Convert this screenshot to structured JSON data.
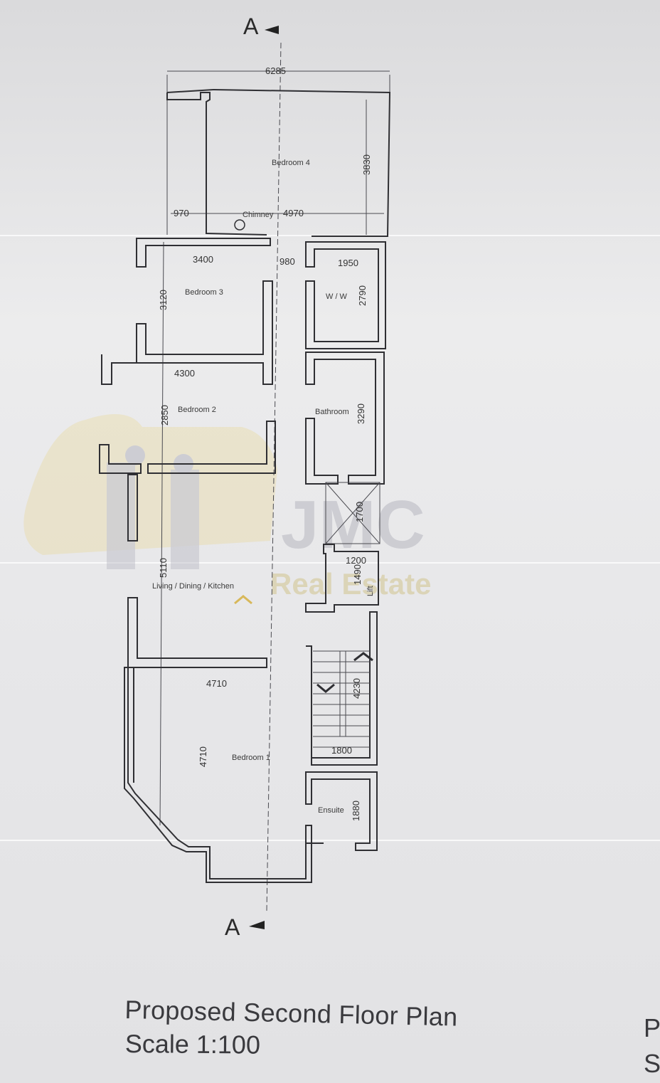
{
  "title": "Proposed Second Floor Plan",
  "scale": "Scale 1:100",
  "section_marker": "A",
  "edge_letters": [
    "P",
    "S"
  ],
  "watermark": {
    "line1": "JMC",
    "line2": "Real Estate"
  },
  "rooms": {
    "bedroom4": "Bedroom 4",
    "chimney": "Chimney",
    "bedroom3": "Bedroom 3",
    "ww": "W / W",
    "bedroom2": "Bedroom 2",
    "bathroom": "Bathroom",
    "lift": "Lift",
    "living": "Living / Dining / Kitchen",
    "bedroom1": "Bedroom 1",
    "ensuite": "Ensuite"
  },
  "dimensions": {
    "overall_width": "6285",
    "bedroom4_height": "3830",
    "chimney_left": "970",
    "bedroom4_width": "4970",
    "bedroom3_width": "3400",
    "corridor_width": "980",
    "ww_width": "1950",
    "bedroom3_height": "3120",
    "ww_height": "2790",
    "bedroom2_width": "4300",
    "bedroom2_height": "2850",
    "bathroom_height": "3290",
    "void_height": "1700",
    "lift_width": "1200",
    "lift_height": "1490",
    "living_height": "5110",
    "bedroom1_width": "4710",
    "stair_height": "4230",
    "bedroom1_height": "4710",
    "stair_width": "1800",
    "ensuite_height": "1880"
  },
  "colors": {
    "wall": "#2f2f33",
    "watermark_yellow": "#e8cf7a",
    "watermark_grey": "#b7b7c0"
  }
}
